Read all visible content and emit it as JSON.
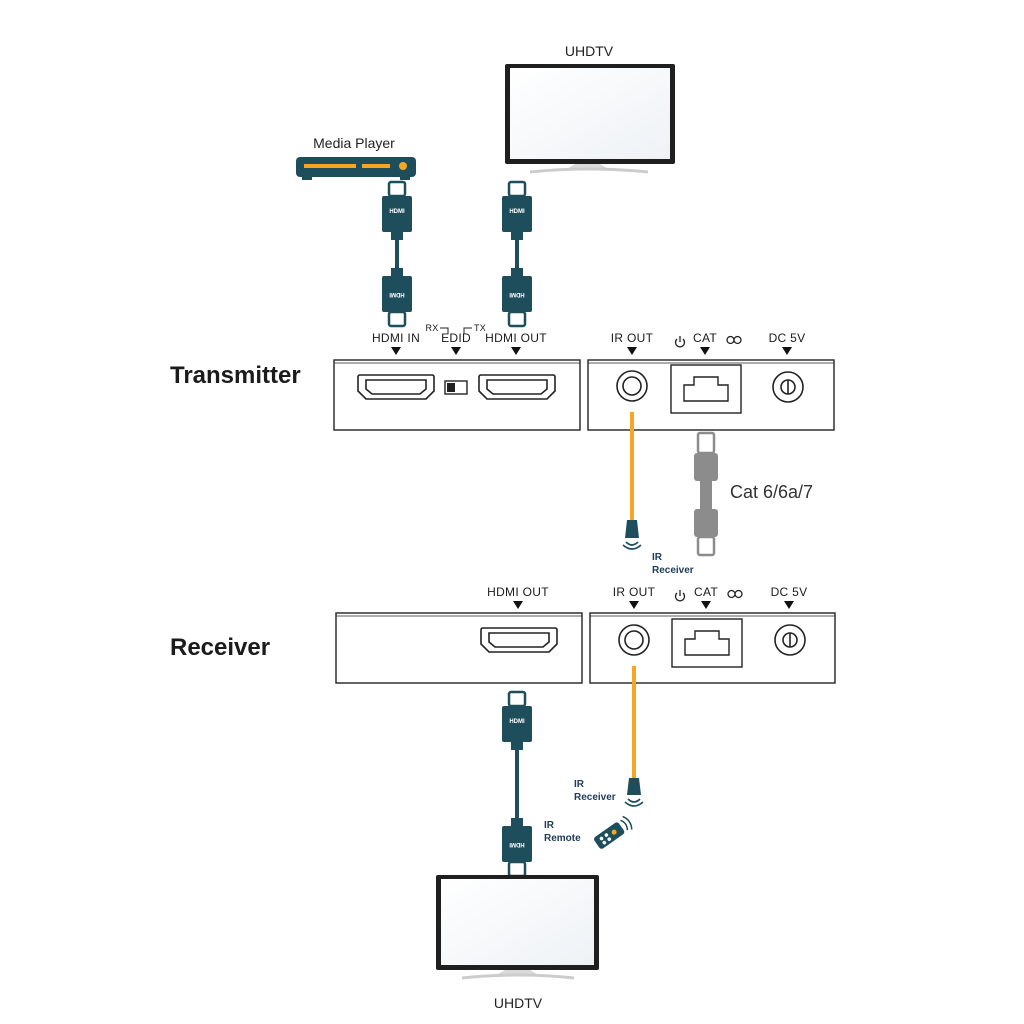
{
  "labels": {
    "uhdtv_top": "UHDTV",
    "uhdtv_bottom": "UHDTV",
    "media_player": "Media Player",
    "transmitter": "Transmitter",
    "receiver": "Receiver",
    "tx_hdmi_in": "HDMI IN",
    "tx_edid": "EDID",
    "tx_rx": "RX",
    "tx_tx": "TX",
    "tx_hdmi_out": "HDMI OUT",
    "tx_ir_out": "IR OUT",
    "tx_cat": "CAT",
    "tx_dc": "DC 5V",
    "rx_hdmi_out": "HDMI OUT",
    "rx_ir_out": "IR OUT",
    "rx_cat": "CAT",
    "rx_dc": "DC 5V",
    "cable_type": "Cat 6/6a/7",
    "ir_receiver_tx_1": "IR",
    "ir_receiver_tx_2": "Receiver",
    "ir_receiver_rx_1": "IR",
    "ir_receiver_rx_2": "Receiver",
    "ir_remote_1": "IR",
    "ir_remote_2": "Remote",
    "hdmi": "HDMI"
  },
  "colors": {
    "hdmi_cable": "#1e4d5c",
    "ir_cable": "#f5a623",
    "cat_cable": "#8c8c8c",
    "outline": "#222222"
  }
}
